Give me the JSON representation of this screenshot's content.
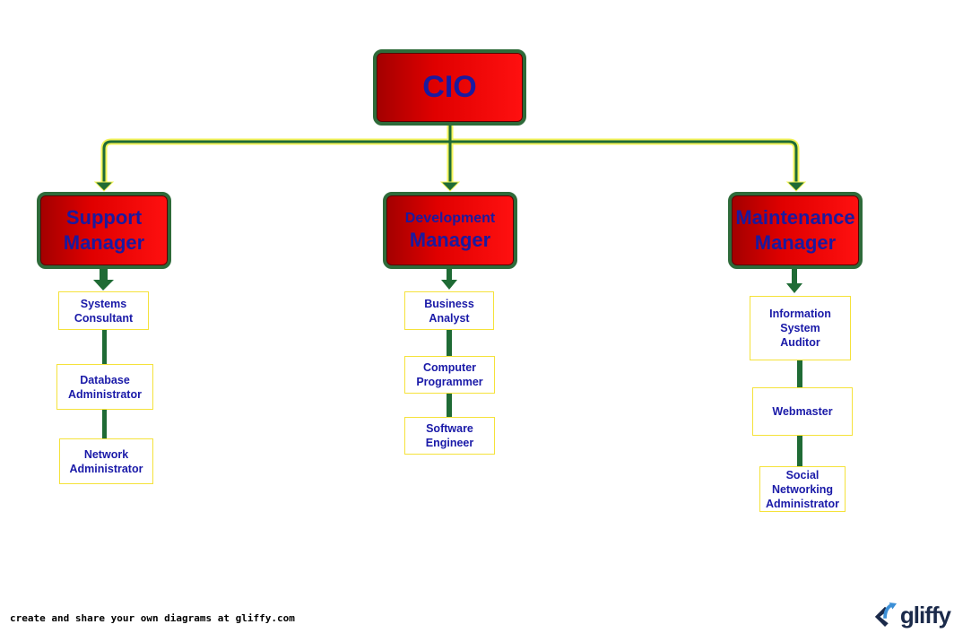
{
  "cio": {
    "label": "CIO"
  },
  "managers": [
    {
      "id": "support",
      "line1": "Support",
      "line2": "Manager"
    },
    {
      "id": "development",
      "line1": "Development",
      "line2": "Manager"
    },
    {
      "id": "maintenance",
      "line1": "Maintenance",
      "line2": "Manager"
    }
  ],
  "roles": {
    "support": [
      "Systems\nConsultant",
      "Database\nAdministrator",
      "Network\nAdministrator"
    ],
    "development": [
      "Business\nAnalyst",
      "Computer\nProgrammer",
      "Software\nEngineer"
    ],
    "maintenance": [
      "Information\nSystem\nAuditor",
      "Webmaster",
      "Social\nNetworking\nAdministrator"
    ]
  },
  "footer": {
    "text": "create and share your own diagrams at gliffy.com"
  },
  "logo": {
    "text": "gliffy"
  },
  "colors": {
    "box_red": "#e00000",
    "box_border": "#2e6b3a",
    "text_blue": "#1a1aa8",
    "connector_green": "#1f6b35",
    "connector_yellow": "#f3f35a"
  }
}
